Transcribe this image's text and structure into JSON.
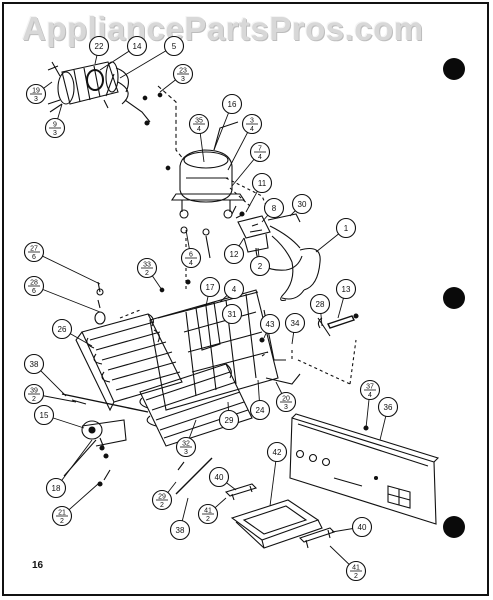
{
  "watermark": "AppliancePartsPros.com",
  "page_number": "16",
  "callouts": [
    {
      "id": "c22",
      "label": "22"
    },
    {
      "id": "c14",
      "label": "14"
    },
    {
      "id": "c5",
      "label": "5"
    },
    {
      "id": "c23_3",
      "num": "23",
      "den": "3"
    },
    {
      "id": "c19_3",
      "num": "19",
      "den": "3"
    },
    {
      "id": "c9_3",
      "num": "9",
      "den": "3"
    },
    {
      "id": "c16",
      "label": "16"
    },
    {
      "id": "c35_4",
      "num": "35",
      "den": "4"
    },
    {
      "id": "c3_4",
      "num": "3",
      "den": "4"
    },
    {
      "id": "c7_4",
      "num": "7",
      "den": "4"
    },
    {
      "id": "c11",
      "label": "11"
    },
    {
      "id": "c8",
      "label": "8"
    },
    {
      "id": "c30",
      "label": "30"
    },
    {
      "id": "c1",
      "label": "1"
    },
    {
      "id": "c6_4",
      "num": "6",
      "den": "4"
    },
    {
      "id": "c12",
      "label": "12"
    },
    {
      "id": "c2",
      "label": "2"
    },
    {
      "id": "c27_6",
      "num": "27",
      "den": "6"
    },
    {
      "id": "c28_6",
      "num": "28",
      "den": "6"
    },
    {
      "id": "c33_2",
      "num": "33",
      "den": "2"
    },
    {
      "id": "c17",
      "label": "17"
    },
    {
      "id": "c4",
      "label": "4"
    },
    {
      "id": "c31",
      "label": "31"
    },
    {
      "id": "c43",
      "label": "43"
    },
    {
      "id": "c34",
      "label": "34"
    },
    {
      "id": "c28",
      "label": "28"
    },
    {
      "id": "c13",
      "label": "13"
    },
    {
      "id": "c26",
      "label": "26"
    },
    {
      "id": "c38a",
      "label": "38"
    },
    {
      "id": "c39_2",
      "num": "39",
      "den": "2"
    },
    {
      "id": "c20_3",
      "num": "20",
      "den": "3"
    },
    {
      "id": "c37_4",
      "num": "37",
      "den": "4"
    },
    {
      "id": "c36",
      "label": "36"
    },
    {
      "id": "c15",
      "label": "15"
    },
    {
      "id": "c24",
      "label": "24"
    },
    {
      "id": "c29",
      "label": "29"
    },
    {
      "id": "c32_3",
      "num": "32",
      "den": "3"
    },
    {
      "id": "c42",
      "label": "42"
    },
    {
      "id": "c18",
      "label": "18"
    },
    {
      "id": "c40a",
      "label": "40"
    },
    {
      "id": "c29_2",
      "num": "29",
      "den": "2"
    },
    {
      "id": "c21_2",
      "num": "21",
      "den": "2"
    },
    {
      "id": "c41_2a",
      "num": "41",
      "den": "2"
    },
    {
      "id": "c38b",
      "label": "38"
    },
    {
      "id": "c40b",
      "label": "40"
    },
    {
      "id": "c41_2b",
      "num": "41",
      "den": "2"
    }
  ]
}
